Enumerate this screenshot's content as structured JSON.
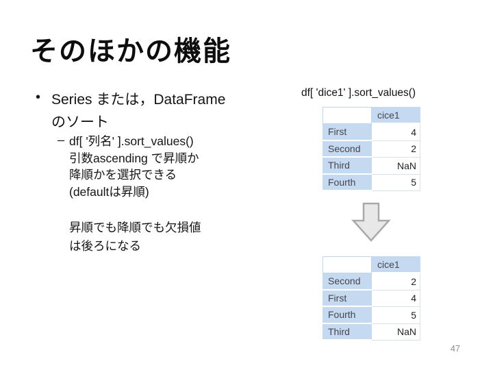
{
  "slide": {
    "title": "そのほかの機能",
    "page_number": "47"
  },
  "bullets": {
    "bullet_char": "•",
    "dash_char": "–",
    "main_line1": "Series または，DataFrame",
    "main_line2": "のソート",
    "sub_lines": [
      "df[ '列名' ].sort_values()",
      "引数ascending で昇順か",
      "降順かを選択できる",
      "(defaultは昇順)"
    ],
    "note_lines": [
      "昇順でも降順でも欠損値",
      "は後ろになる"
    ]
  },
  "right_panel": {
    "code": "df[ 'dice1' ].sort_values()",
    "arrow_icon": "down-block-arrow",
    "table_before": {
      "col_header": "cice1",
      "rows": [
        {
          "label": "First",
          "value": "4"
        },
        {
          "label": "Second",
          "value": "2"
        },
        {
          "label": "Third",
          "value": "NaN"
        },
        {
          "label": "Fourth",
          "value": "5"
        }
      ]
    },
    "table_after": {
      "col_header": "cice1",
      "rows": [
        {
          "label": "Second",
          "value": "2"
        },
        {
          "label": "First",
          "value": "4"
        },
        {
          "label": "Fourth",
          "value": "5"
        },
        {
          "label": "Third",
          "value": "NaN"
        }
      ]
    }
  },
  "colors": {
    "table_header_fill": "#c5d9f0",
    "table_border": "#c2d6ea",
    "arrow_fill": "#e8e8e8",
    "arrow_border": "#a9a9a9",
    "page_number_color": "#8c8c8c"
  }
}
